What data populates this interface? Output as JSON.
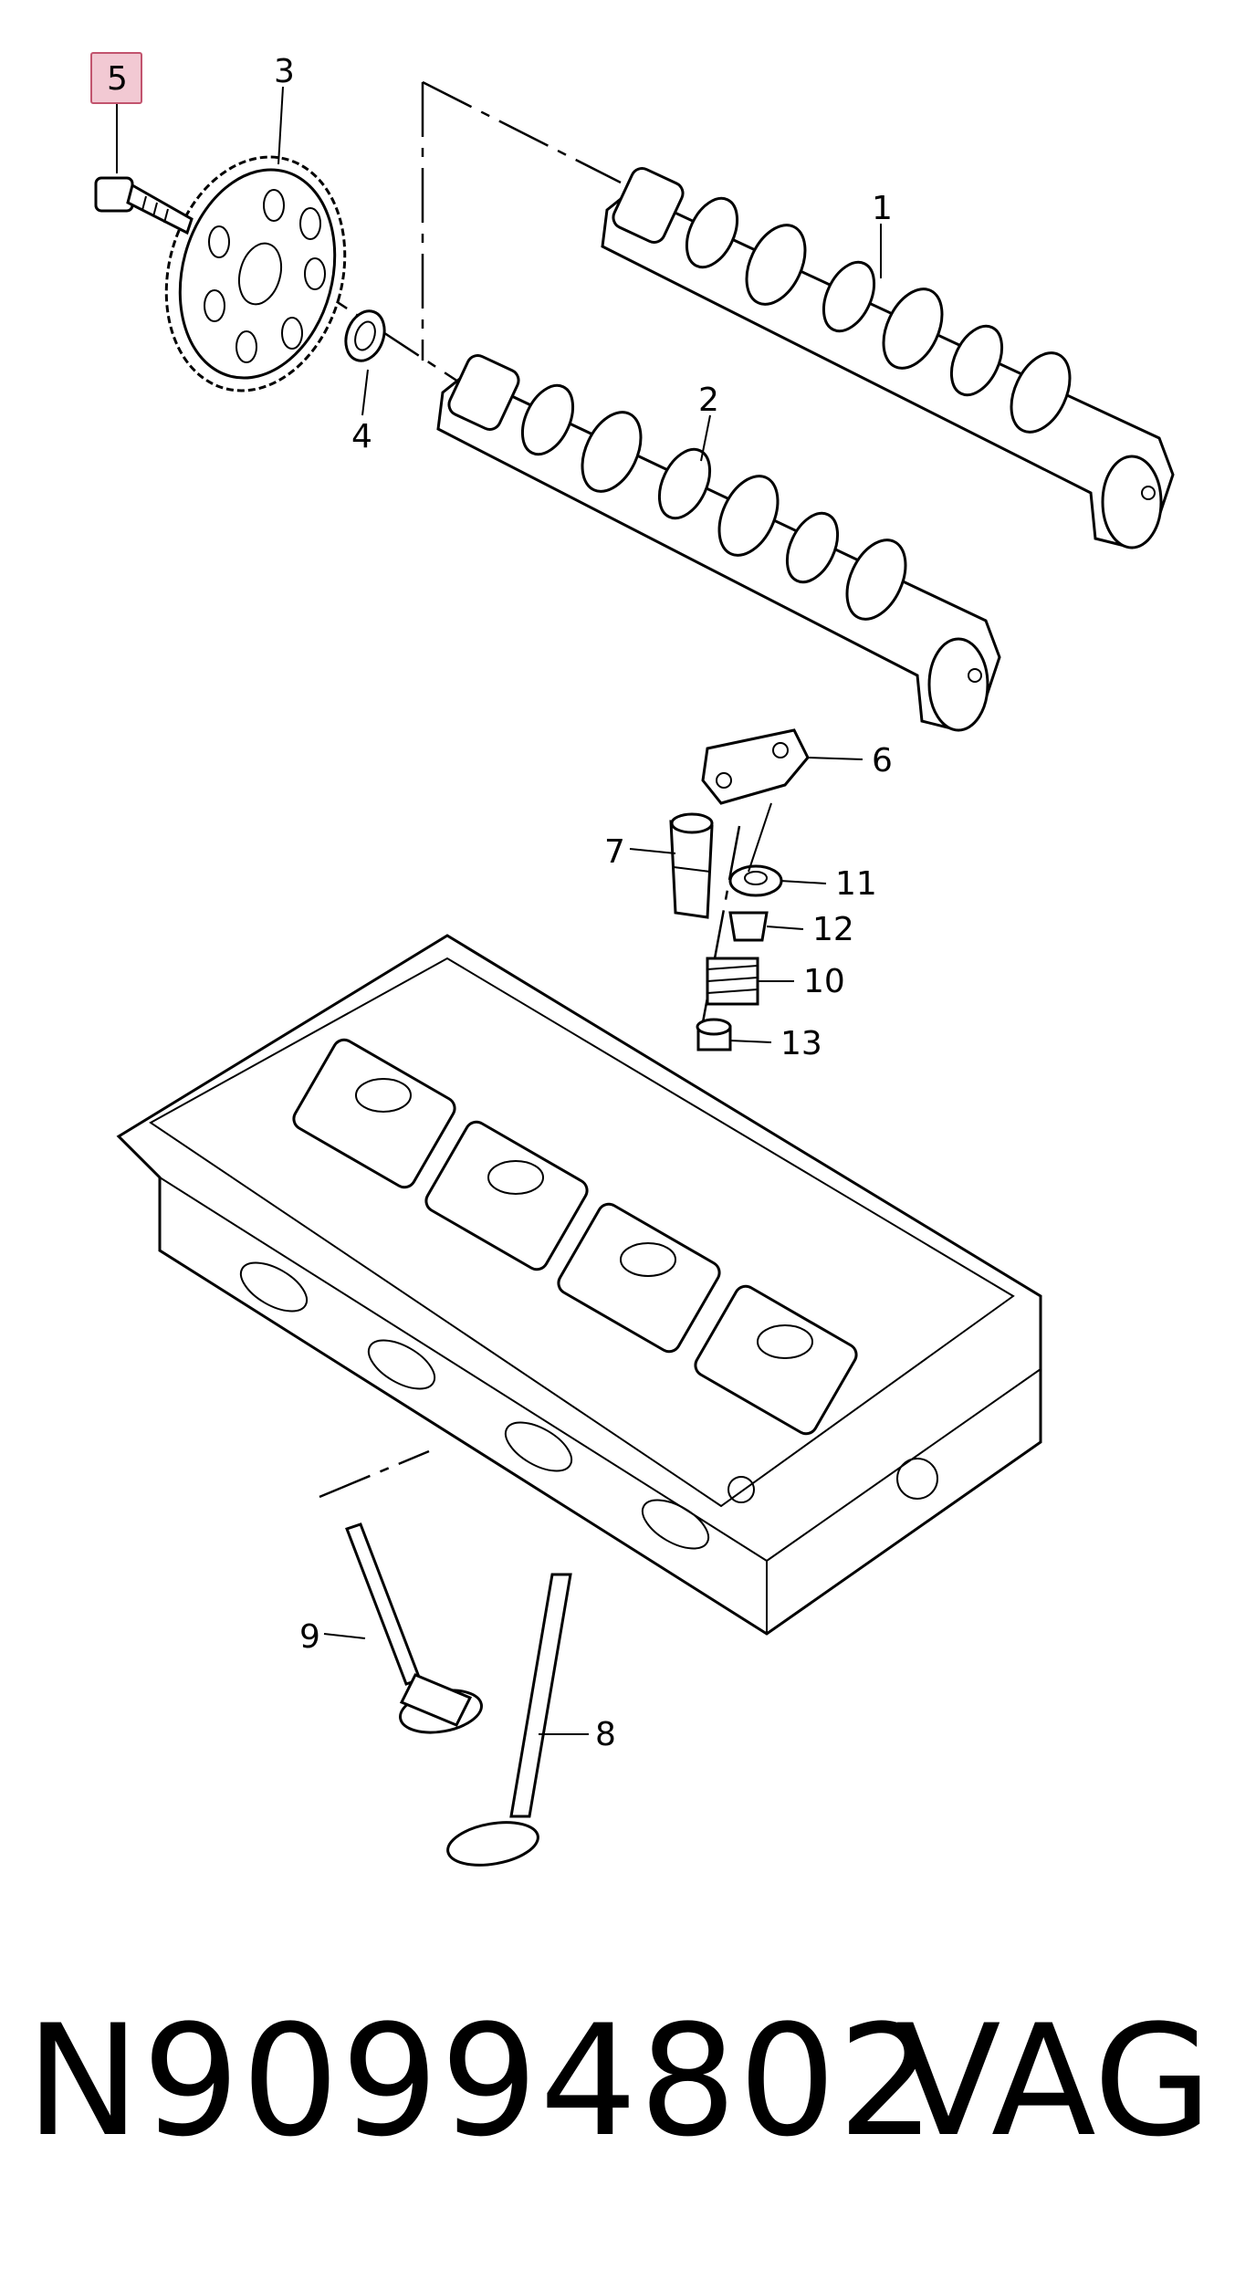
{
  "callouts": {
    "c1": "1",
    "c2": "2",
    "c3": "3",
    "c4": "4",
    "c5": "5",
    "c6": "6",
    "c7": "7",
    "c8": "8",
    "c9": "9",
    "c10": "10",
    "c11": "11",
    "c12": "12",
    "c13": "13"
  },
  "highlight_color": "#f2c9d3",
  "highlight_border": "#c2546e",
  "footer": {
    "part_number": "N90994802",
    "brand": "VAG"
  }
}
